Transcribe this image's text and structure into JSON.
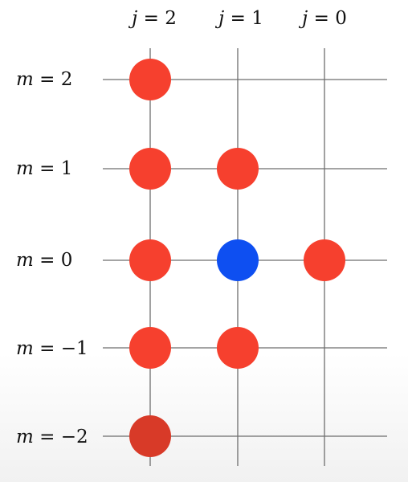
{
  "columns": [
    {
      "var": "j",
      "eq": " = ",
      "val": "2"
    },
    {
      "var": "j",
      "eq": " = ",
      "val": "1"
    },
    {
      "var": "j",
      "eq": " = ",
      "val": "0"
    }
  ],
  "rows": [
    {
      "var": "m",
      "eq": " = ",
      "val": "2"
    },
    {
      "var": "m",
      "eq": " = ",
      "val": "1"
    },
    {
      "var": "m",
      "eq": " = ",
      "val": "0"
    },
    {
      "var": "m",
      "eq": " = ",
      "val": "−1"
    },
    {
      "var": "m",
      "eq": " = ",
      "val": "−2"
    }
  ],
  "colors": {
    "state": "#f6402e",
    "state_edge": "#d83a28",
    "highlight": "#0e4ff1",
    "grid": "#6e6e6e"
  },
  "states": [
    {
      "j": 2,
      "m": 2,
      "color": "state"
    },
    {
      "j": 2,
      "m": 1,
      "color": "state"
    },
    {
      "j": 2,
      "m": 0,
      "color": "state"
    },
    {
      "j": 2,
      "m": -1,
      "color": "state"
    },
    {
      "j": 2,
      "m": -2,
      "color": "state_edge"
    },
    {
      "j": 1,
      "m": 1,
      "color": "state"
    },
    {
      "j": 1,
      "m": 0,
      "color": "highlight"
    },
    {
      "j": 1,
      "m": -1,
      "color": "state"
    },
    {
      "j": 0,
      "m": 0,
      "color": "state"
    }
  ]
}
